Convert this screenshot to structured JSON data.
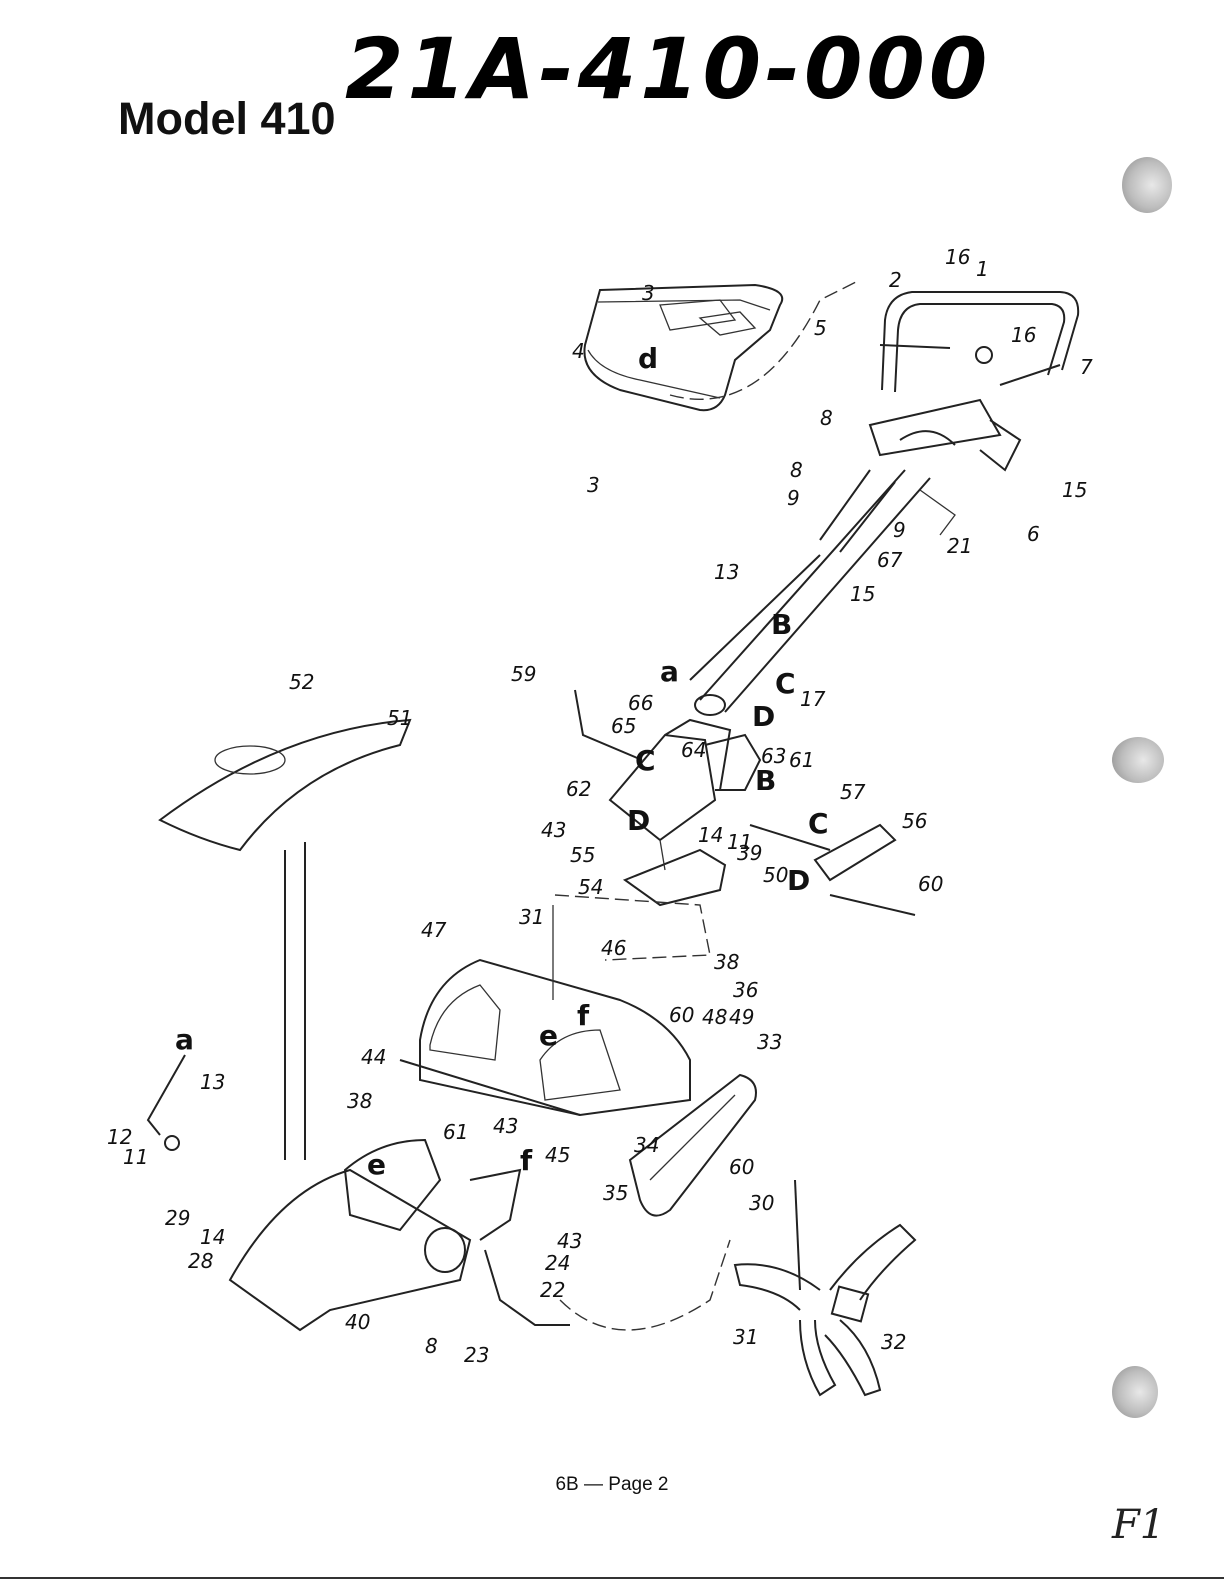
{
  "handwritten_title": "21A-410-000",
  "model_title": "Model 410",
  "footer": "6B — Page 2",
  "corner_mark": "F1",
  "callouts": [
    "3",
    "d",
    "4",
    "3",
    "2",
    "16",
    "1",
    "5",
    "16",
    "7",
    "8",
    "8",
    "9",
    "9",
    "15",
    "6",
    "67",
    "21",
    "13",
    "15",
    "B",
    "a",
    "C",
    "17",
    "D",
    "59",
    "66",
    "65",
    "64",
    "63",
    "61",
    "C",
    "62",
    "43",
    "D",
    "B",
    "14",
    "11",
    "55",
    "39",
    "57",
    "56",
    "C",
    "50",
    "D",
    "60",
    "54",
    "52",
    "51",
    "31",
    "46",
    "38",
    "47",
    "36",
    "60",
    "48",
    "49",
    "33",
    "44",
    "38",
    "43",
    "45",
    "34",
    "35",
    "60",
    "30",
    "a",
    "13",
    "12",
    "11",
    "29",
    "14",
    "28",
    "61",
    "e",
    "f",
    "43",
    "24",
    "40",
    "8",
    "23",
    "22",
    "31",
    "32",
    "e",
    "f"
  ]
}
